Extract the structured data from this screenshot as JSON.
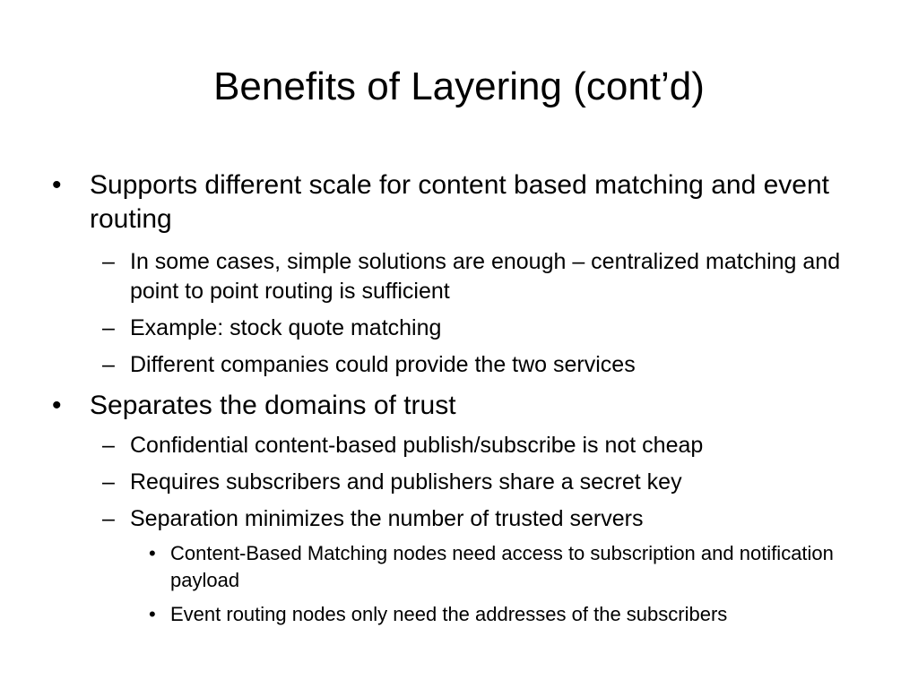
{
  "slide": {
    "title": "Benefits of Layering (cont’d)",
    "bullets": {
      "b1": {
        "marker": "•",
        "text": "Supports different scale for content based matching and event routing",
        "sub": [
          {
            "marker": "–",
            "text": "In some cases, simple solutions are enough – centralized matching and point to point routing is sufficient"
          },
          {
            "marker": "–",
            "text": "Example: stock quote matching"
          },
          {
            "marker": "–",
            "text": "Different companies could provide the two services"
          }
        ]
      },
      "b2": {
        "marker": "•",
        "text": "Separates the domains of trust",
        "sub": [
          {
            "marker": "–",
            "text": "Confidential content-based publish/subscribe is not cheap"
          },
          {
            "marker": "–",
            "text": "Requires subscribers and publishers share a secret key"
          },
          {
            "marker": "–",
            "text": "Separation minimizes the number of trusted servers"
          }
        ],
        "subsub": [
          {
            "marker": "•",
            "text": "Content-Based Matching nodes need access to subscription and notification payload"
          },
          {
            "marker": "•",
            "text": "Event routing nodes only need the addresses of the subscribers"
          }
        ]
      }
    }
  }
}
